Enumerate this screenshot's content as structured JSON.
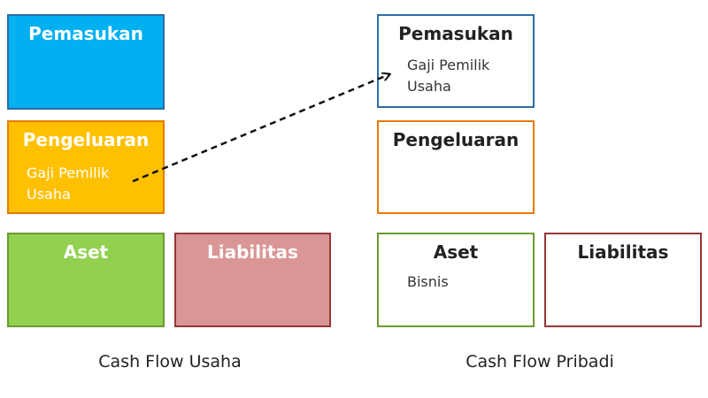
{
  "usaha": {
    "pemasukan": {
      "title": "Pemasukan"
    },
    "pengeluaran": {
      "title": "Pengeluaran",
      "text": "Gaji Pemilik Usaha"
    },
    "aset": {
      "title": "Aset"
    },
    "liabilitas": {
      "title": "Liabilitas"
    },
    "caption": "Cash Flow Usaha"
  },
  "pribadi": {
    "pemasukan": {
      "title": "Pemasukan",
      "text": "Gaji Pemilik Usaha"
    },
    "pengeluaran": {
      "title": "Pengeluaran"
    },
    "aset": {
      "title": "Aset",
      "text": "Bisnis"
    },
    "liabilitas": {
      "title": "Liabilitas"
    },
    "caption": "Cash Flow Pribadi"
  },
  "colors": {
    "pemasukan_fill": "#00b0f0",
    "pemasukan_border": "#2e6da4",
    "pengeluaran_fill": "#ffc000",
    "pengeluaran_border": "#e87b00",
    "aset_fill": "#92d050",
    "aset_border": "#6b9a30",
    "liabilitas_fill": "#d99694",
    "liabilitas_border": "#953735"
  }
}
